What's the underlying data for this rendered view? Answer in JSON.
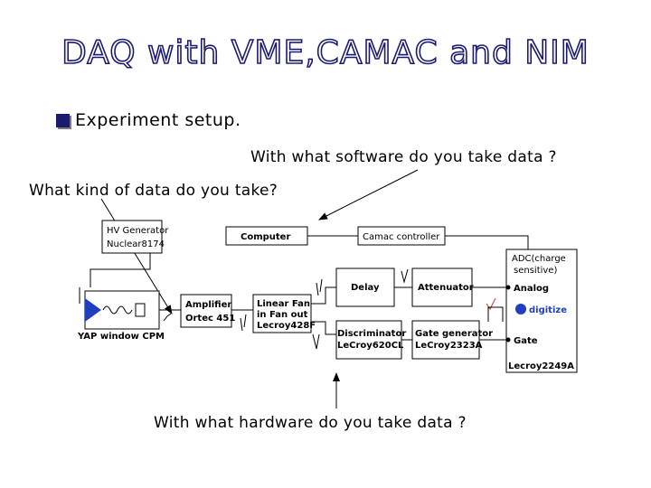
{
  "title": "DAQ with VME,CAMAC and NIM",
  "bullet": "Experiment setup.",
  "questions": {
    "software": "With what software do you take data ?",
    "data": "What kind of data do you take?",
    "hardware": "With what hardware do you take data ?"
  },
  "diagram": {
    "hv_line1": "HV Generator",
    "hv_line2": "Nuclear8174",
    "pmt": "YAP window CPM",
    "amp_line1": "Amplifier",
    "amp_line2": "Ortec 451",
    "fan_line1": "Linear Fan",
    "fan_line2": "in Fan out",
    "fan_line3": "Lecroy428F",
    "computer": "Computer",
    "camac": "Camac controller",
    "delay": "Delay",
    "attenuator": "Attenuator",
    "disc_line1": "Discriminator",
    "disc_line2": "LeCroy620CL",
    "gate_line1": "Gate generator",
    "gate_line2": "LeCroy2323A",
    "adc_line1": "ADC(charge",
    "adc_line2": "sensitive)",
    "analog": "Analog",
    "digitize": "digitize",
    "gate": "Gate",
    "adc_model": "Lecroy2249A"
  },
  "colors": {
    "title_outline": "#1a1a6e",
    "bullet": "#1a1a6e",
    "pmt_fill": "#1f3fbf"
  }
}
